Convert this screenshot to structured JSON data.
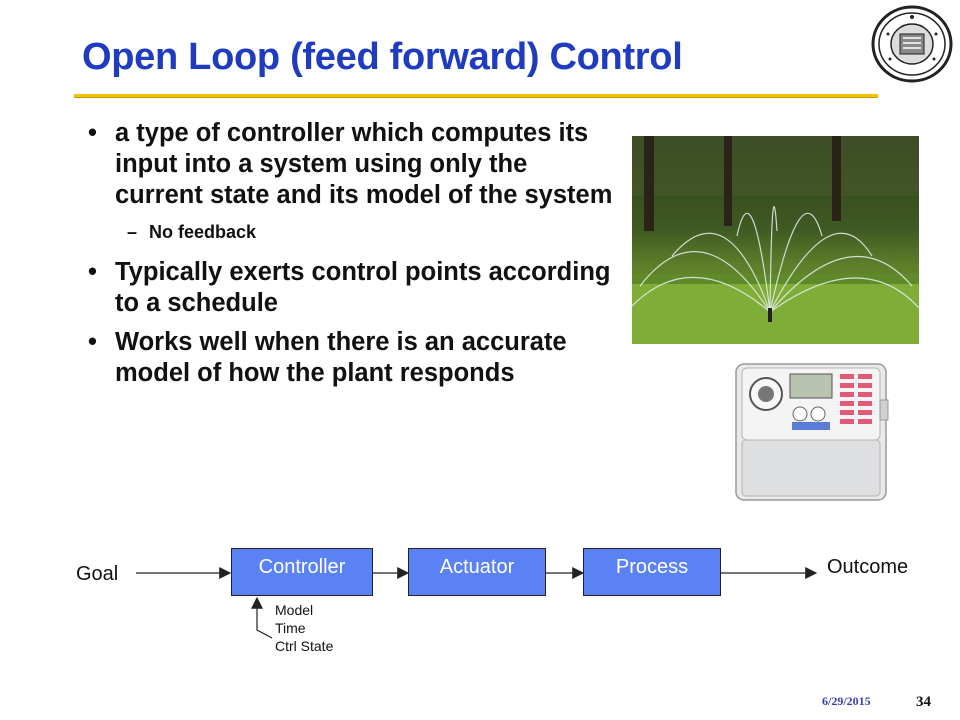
{
  "slide": {
    "title": "Open Loop (feed forward) Control",
    "bullets": [
      "a type of controller which computes its input into a system using only the current state and its model of the system",
      "Typically exerts control points according to a schedule",
      "Works well when there is an accurate model of how the plant responds"
    ],
    "sub_bullet": "No feedback",
    "bullet_glyph": "•",
    "dash_glyph": "–"
  },
  "diagram": {
    "goal": "Goal",
    "controller": "Controller",
    "actuator": "Actuator",
    "process": "Process",
    "outcome": "Outcome",
    "inputs": [
      "Model",
      "Time",
      "Ctrl State"
    ]
  },
  "footer": {
    "date": "6/29/2015",
    "page": "34"
  },
  "colors": {
    "title": "#1f3bbf",
    "rule": "#f2c200",
    "box": "#5b82f5"
  }
}
